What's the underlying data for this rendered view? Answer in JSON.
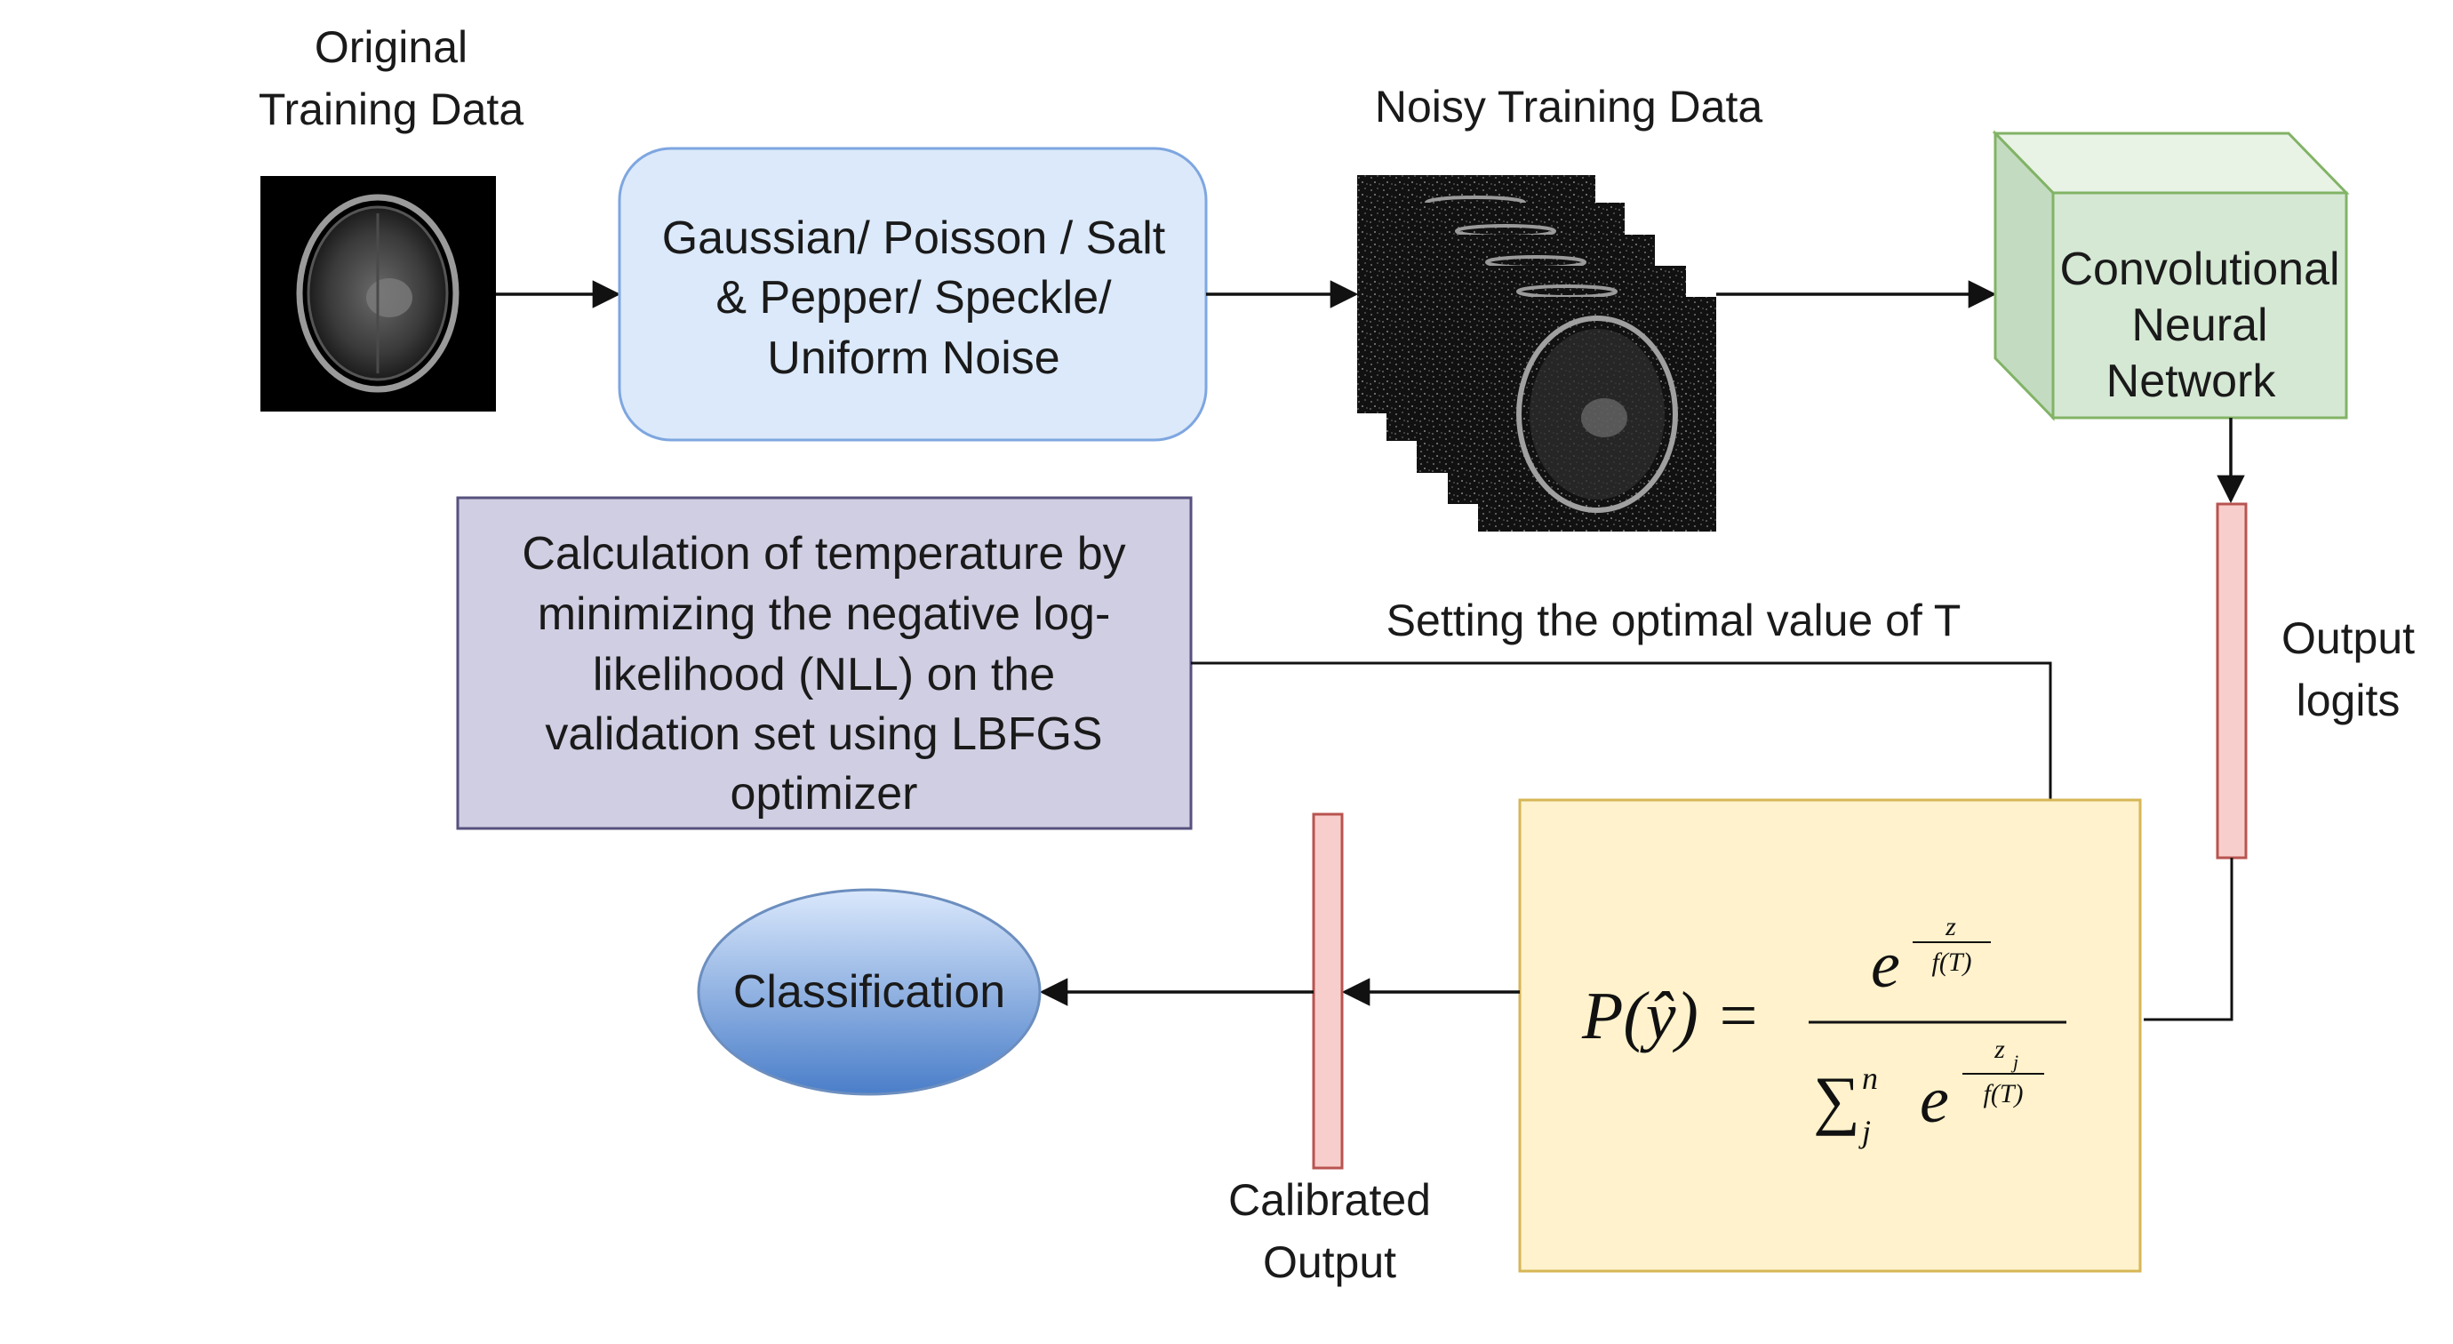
{
  "labels": {
    "original_line1": "Original",
    "original_line2": "Training Data",
    "noisy": "Noisy Training Data",
    "setting_t": "Setting the optimal value of T",
    "output_logits_line1": "Output",
    "output_logits_line2": "logits",
    "calibrated_line1": "Calibrated",
    "calibrated_line2": "Output"
  },
  "noise_box": {
    "line1": "Gaussian/ Poisson / Salt",
    "line2": "& Pepper/ Speckle/",
    "line3": "Uniform Noise"
  },
  "cnn": {
    "line1": "Convolutional",
    "line2": "Neural",
    "line3": "Network"
  },
  "temperature_box": {
    "line1": "Calculation of temperature by",
    "line2": "minimizing the negative log-",
    "line3": "likelihood (NLL) on the",
    "line4": "validation set using LBFGS",
    "line5": "optimizer"
  },
  "classification": "Classification",
  "formula": {
    "lhs": "P(ŷ) =",
    "num_base": "e",
    "num_exp_top": "z",
    "num_exp_bottom": "f(T)",
    "den_sum": "∑",
    "den_sup": "n",
    "den_sub": "j",
    "den_base": "e",
    "den_exp_top": "z",
    "den_exp_top_sub": "j",
    "den_exp_bottom": "f(T)"
  },
  "colors": {
    "noise_box_fill": "#dbe9fa",
    "noise_box_stroke": "#7ea6e0",
    "cnn_front": "#d5e8d4",
    "cnn_top": "#e8f3e6",
    "cnn_side": "#c3dcc1",
    "cnn_stroke": "#82b366",
    "temp_box_fill": "#d0cee2",
    "temp_box_stroke": "#56517e",
    "formula_box_fill": "#fff2cc",
    "formula_box_stroke": "#d6b656",
    "logit_bar_fill": "#f8cecc",
    "logit_bar_stroke": "#b85450",
    "class_top": "#dae8fc",
    "class_bottom": "#4a7ec9",
    "class_stroke": "#6c8ebf"
  }
}
